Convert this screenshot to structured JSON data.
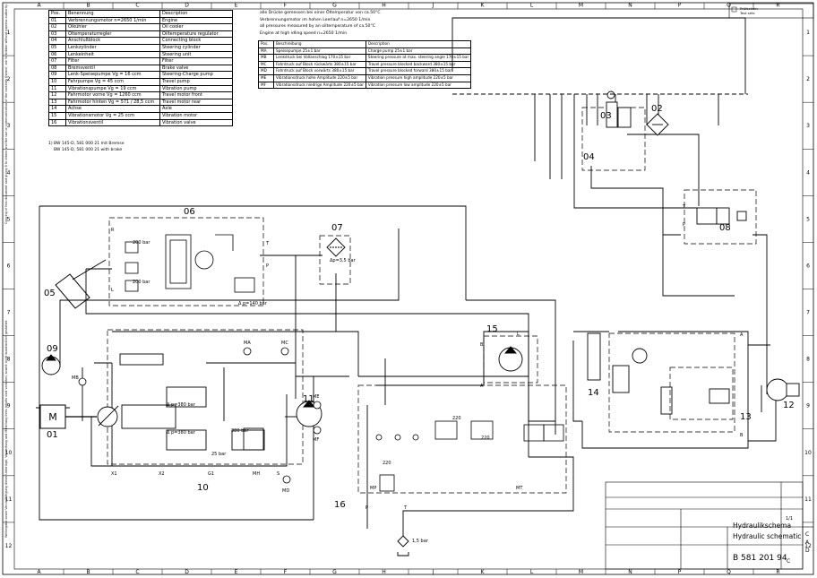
{
  "columns": [
    "A",
    "B",
    "C",
    "D",
    "E",
    "F",
    "G",
    "H",
    "J",
    "K",
    "L",
    "M",
    "N",
    "P",
    "Q",
    "R"
  ],
  "rows": [
    "1",
    "2",
    "3",
    "4",
    "5",
    "6",
    "7",
    "8",
    "9",
    "10",
    "11",
    "12"
  ],
  "parts_table": {
    "headers": [
      "Pos.",
      "Benennung",
      "Description"
    ],
    "rows": [
      [
        "01",
        "Verbrennungsmotor  n=2650 1/min",
        "Engine"
      ],
      [
        "02",
        "Ölkühler",
        "Oil cooler"
      ],
      [
        "03",
        "Öltemperaturregler",
        "Oiltemperature regulator"
      ],
      [
        "04",
        "Anschlußblock",
        "Connecting block"
      ],
      [
        "05",
        "Lenkzylinder",
        "Steering cylinder"
      ],
      [
        "06",
        "Lenkeinheit",
        "Steering unit"
      ],
      [
        "07",
        "Filter",
        "Filter"
      ],
      [
        "08",
        "Bremsventil",
        "Brake valve"
      ],
      [
        "09",
        "Lenk-Speisepumpe Vg = 16 ccm",
        "Steering-Charge pump"
      ],
      [
        "10",
        "Fahrpumpe      Vg = 45 ccm",
        "Travel pump"
      ],
      [
        "11",
        "Vibrationspumpe   Vg = 19 ccm",
        "Vibration pump"
      ],
      [
        "12",
        "Fahrmotor vorne   Vg = 1260 ccm",
        "Travel motor front"
      ],
      [
        "13",
        "Fahrmotor hinten  Vg = 571 / 28,5 ccm",
        "Travel motor rear"
      ],
      [
        "14",
        "Achse",
        "Axle"
      ],
      [
        "15",
        "Vibrationsmotor   Vg = 25 ccm",
        "Vibration motor"
      ],
      [
        "16",
        "Vibrationsventil",
        "Vibration valve"
      ]
    ]
  },
  "footnote": [
    "1) BW 145-D, 581 000 21 mit Bremse",
    "BW 145-D, 581 000 21 with brake"
  ],
  "pressure_notes": [
    "alle Drücke gemessen bei einer Öltemperatur von ca.50°C",
    "Verbrennungsmotor im hohen Leerlauf n=2650 1/min",
    "all pressures measured by an oiltemperature of ca.50°C",
    "Engine at high idling speed n=2650 1/min"
  ],
  "pressure_table": {
    "headers": [
      "Pos.",
      "Beschreibung",
      "Description"
    ],
    "rows": [
      [
        "MA",
        "Speisepumpe 25±1 bar",
        "Charge pump 25±1 bar"
      ],
      [
        "MB",
        "Lenkdruck bei Vollanschlag 170±15 bar",
        "Steering pressure at max. steering angle 170±15 bar"
      ],
      [
        "MC",
        "Fahrdruck auf Block rückwärts 380±15 bar",
        "Travel pressure blocked backward 380±15 bar"
      ],
      [
        "MD",
        "Fahrdruck auf Block vorwärts 380±15 bar",
        "Travel pressure blocked forward 380±15 bar"
      ],
      [
        "ME",
        "Vibrationsdruck hohe Amplitude 220±5 bar",
        "Vibration pressure high amplitude 220±5 bar"
      ],
      [
        "MF",
        "Vibrationsdruck niedrige Amplitude 220±5 bar",
        "Vibration pressure low amplitude 220±5 bar"
      ]
    ]
  },
  "component_labels": [
    "01",
    "02",
    "03",
    "04",
    "05",
    "06",
    "07",
    "08",
    "09",
    "10",
    "11",
    "12",
    "13",
    "14",
    "15",
    "16"
  ],
  "port_labels": {
    "MA": "MA",
    "MB": "MB",
    "MC": "MC",
    "MD": "MD",
    "ME": "ME",
    "MF": "MF",
    "MP": "MP",
    "MT": "MT",
    "P": "P",
    "T": "T",
    "L": "L",
    "R": "R",
    "A": "A",
    "B": "B",
    "X1": "X1",
    "X2": "X2",
    "G1": "G1",
    "MH": "MH",
    "S": "S"
  },
  "valve_settings": {
    "steer_relief_1": "200 bar",
    "steer_relief_2": "200 bar",
    "steer_dp": "Δ p=140 bar",
    "filter_dp": "Δp=3,5 bar",
    "travel_dp_1": "Δ p=380 bar",
    "travel_dp_2": "Δ p=380 bar",
    "travel_relief": "380 bar",
    "charge_relief": "25 bar",
    "vib_relief_1": "220",
    "vib_relief_2": "220",
    "vib_relief_3": "220",
    "tank_check": "1,5 bar"
  },
  "engine_symbol": "M",
  "title_block": {
    "title_de": "Hydraulikschema",
    "title_en": "Hydraulic schematic",
    "drawing_number": "B 581 201 94",
    "revision": "C",
    "sheet": "1/1",
    "vert_revisions": [
      "C",
      "A",
      "D"
    ]
  },
  "corner_legend": [
    "Prüfschein",
    "Test sets"
  ],
  "side_note_left": "Copying of this document and giving it to others and the use or communication of the contents thereof, are forbidden without express authority.",
  "side_note_left_2": "Weitergabe sowie Vervielfältigung dieser Unterlage, Verwertung und Mitteilung ihres Inhalts sind verboten, soweit nicht ausdrücklich gestattet."
}
